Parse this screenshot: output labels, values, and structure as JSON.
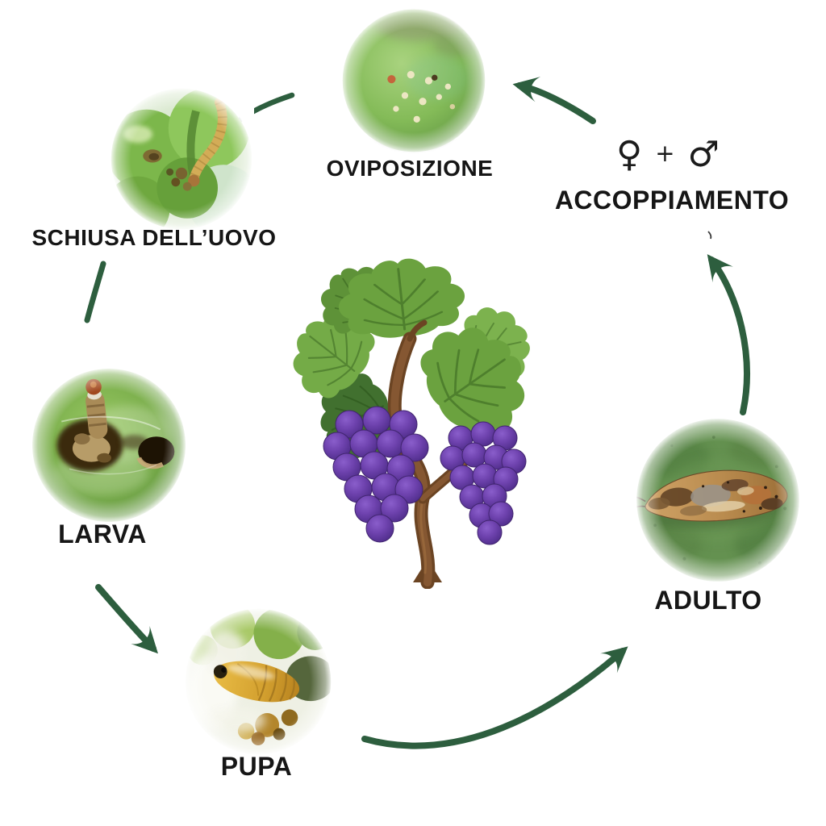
{
  "stages": [
    {
      "id": "oviposizione",
      "label": "OVIPOSIZIONE",
      "image": "grape-berry-with-moth-eggs-photo"
    },
    {
      "id": "schiusa-delluovo",
      "label": "SCHIUSA DELL’UOVO",
      "image": "larva-hatching-on-green-grapes-photo"
    },
    {
      "id": "larva",
      "label": "LARVA",
      "image": "larva-boring-into-green-berry-photo"
    },
    {
      "id": "pupa",
      "label": "PUPA",
      "image": "amber-pupa-in-silk-webbing-photo"
    },
    {
      "id": "adulto",
      "label": "ADULTO",
      "image": "adult-moth-on-leaf-photo"
    },
    {
      "id": "accoppiamento",
      "label": "ACCOPPIAMENTO",
      "female_symbol": "♀",
      "plus_symbol": "+",
      "male_symbol": "♂"
    }
  ],
  "center_illustration": "grapevine-with-two-grape-bunches",
  "cycle_connections": [
    {
      "from": "oviposizione",
      "to": "schiusa-delluovo",
      "arrowhead": false
    },
    {
      "from": "schiusa-delluovo",
      "to": "larva",
      "arrowhead": false
    },
    {
      "from": "larva",
      "to": "pupa",
      "arrowhead": true
    },
    {
      "from": "pupa",
      "to": "adulto",
      "arrowhead": true
    },
    {
      "from": "adulto",
      "to": "accoppiamento",
      "arrowhead": true
    },
    {
      "from": "accoppiamento",
      "to": "oviposizione",
      "arrowhead": true
    }
  ],
  "colors": {
    "arrow_green": "#2D5E3E",
    "label_text": "#161616",
    "background": "#FFFFFF"
  }
}
